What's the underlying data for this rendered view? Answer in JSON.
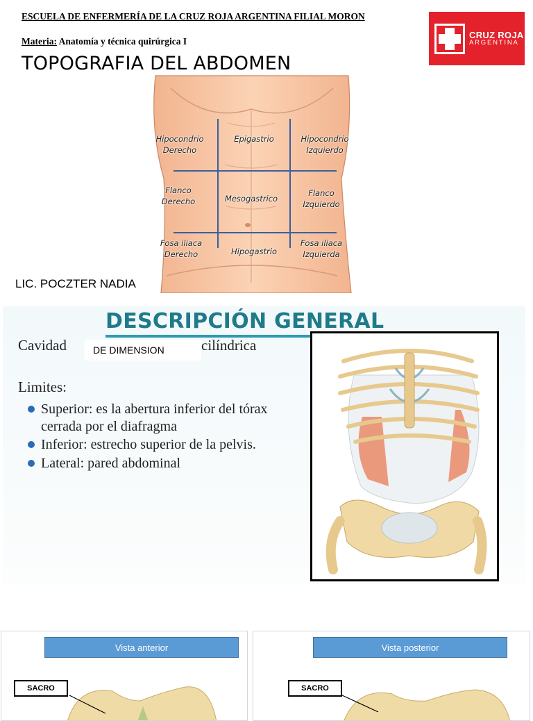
{
  "header": {
    "school": "ESCUELA DE ENFERMERÍA DE LA CRUZ  ROJA  ARGENTINA FILIAL  MORON",
    "subject_label": "Materia:",
    "subject_value": " Anatomía y técnica quirúrgica I",
    "title": "TOPOGRAFIA DEL ABDOMEN"
  },
  "logo": {
    "line1": "CRUZ ROJA",
    "line2": "ARGENTINA",
    "color": "#e3222b"
  },
  "abdomen_regions": [
    {
      "l1": "Hipocondrio",
      "l2": "Derecho"
    },
    {
      "l1": "Epigastrio",
      "l2": ""
    },
    {
      "l1": "Hipocondrio",
      "l2": "Izquierdo"
    },
    {
      "l1": "Flanco",
      "l2": "Derecho"
    },
    {
      "l1": "Mesogastrico",
      "l2": ""
    },
    {
      "l1": "Flanco",
      "l2": "Izquierdo"
    },
    {
      "l1": "Fosa iliaca",
      "l2": "Derecho"
    },
    {
      "l1": "Hipogastrio",
      "l2": ""
    },
    {
      "l1": "Fosa iliaca",
      "l2": "Izquierda"
    }
  ],
  "author": "LIC. POCZTER NADIA",
  "slide": {
    "title": "DESCRIPCIÓN GENERAL",
    "cavity_start": "Cavidad",
    "cavity_overlay": "DE DIMENSION",
    "cavity_end": "cilíndrica",
    "limits_heading": "Limites:",
    "limits": [
      "Superior: es la abertura inferior del tórax cerrada por el diafragma",
      "Inferior: estrecho superior de la pelvis.",
      "Lateral: pared abdominal"
    ],
    "title_color": "#1f7a8a",
    "bullet_color": "#2a6db5"
  },
  "pelvis_panels": {
    "anterior_label": "Vista  anterior",
    "posterior_label": "Vista  posterior",
    "sacro_label_left": "SACRO",
    "sacro_label_right": "SACRO",
    "banner_color": "#5b9bd5"
  }
}
